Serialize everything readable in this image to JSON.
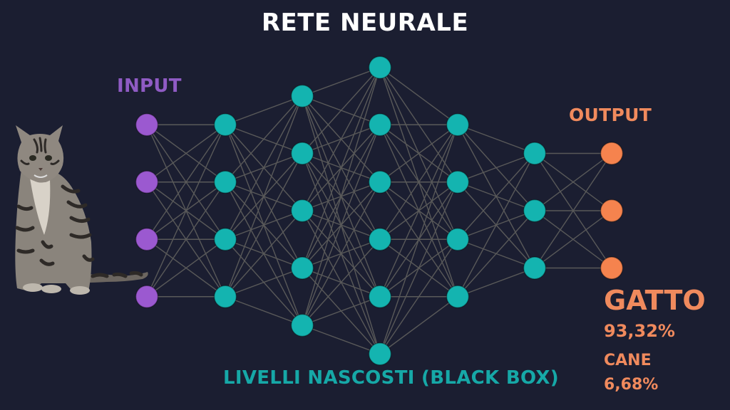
{
  "title": "RETE NEURALE",
  "labels": {
    "input": "INPUT",
    "output": "OUTPUT",
    "hidden": "LIVELLI NASCOSTI (BLACK BOX)"
  },
  "results": [
    {
      "label": "GATTO",
      "value": "93,32%"
    },
    {
      "label": "CANE",
      "value": "6,68%"
    }
  ],
  "colors": {
    "background": "#1b1e31",
    "input_node": "#9b59d0",
    "hidden_node": "#14b4b0",
    "output_node": "#f5834e",
    "edge": "#595959"
  },
  "network": {
    "layers": [
      {
        "role": "input",
        "nodes": 4
      },
      {
        "role": "hidden",
        "nodes": 4
      },
      {
        "role": "hidden",
        "nodes": 5
      },
      {
        "role": "hidden",
        "nodes": 6
      },
      {
        "role": "hidden",
        "nodes": 4
      },
      {
        "role": "hidden",
        "nodes": 3
      },
      {
        "role": "output",
        "nodes": 3
      }
    ]
  },
  "image": {
    "subject": "tabby cat",
    "icon": "cat-image"
  }
}
